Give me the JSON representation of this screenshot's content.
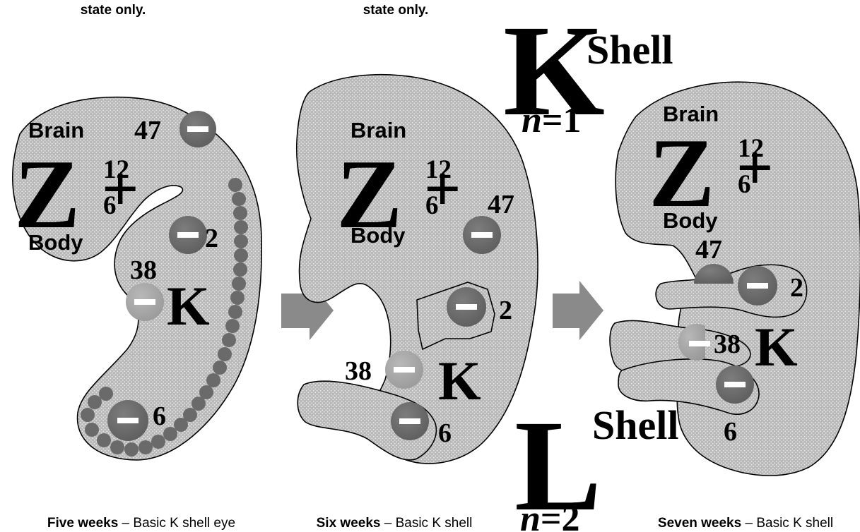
{
  "panels": [
    {
      "top_caption": "state only.",
      "brain": "Brain",
      "body": "Body",
      "big_letter": "Z",
      "sup": "12",
      "sub": "6",
      "plus": "+",
      "k_label": "K",
      "num_47": "47",
      "num_2": "2",
      "num_38": "38",
      "num_6": "6",
      "caption_bold": "Five weeks",
      "caption_rest": " – Basic K shell eye"
    },
    {
      "top_caption": "state only.",
      "brain": "Brain",
      "body": "Body",
      "big_letter": "Z",
      "sup": "12",
      "sub": "6",
      "plus": "+",
      "k_label": "K",
      "num_47": "47",
      "num_2": "2",
      "num_38": "38",
      "num_6": "6",
      "caption_bold": "Six weeks",
      "caption_rest": " – Basic K shell"
    },
    {
      "brain": "Brain",
      "body": "Body",
      "big_letter": "Z",
      "sup": "12",
      "sub": "6",
      "plus": "+",
      "k_label": "K",
      "num_47": "47",
      "num_2": "2",
      "num_38": "38",
      "num_6": "6",
      "caption_bold": "Seven weeks",
      "caption_rest": " – Basic K shell"
    }
  ],
  "k_shell": {
    "letter": "K",
    "word": "Shell",
    "n_var": "n",
    "n_value": "=1"
  },
  "l_shell": {
    "letter": "L",
    "word": "Shell",
    "n_var": "n",
    "n_value": "=2"
  },
  "colors": {
    "embryo_fill": "#bdbdbd",
    "dark_circle": "#6a6a6a",
    "light_circle": "#a8a8a8",
    "arrow": "#8a8a8a"
  }
}
